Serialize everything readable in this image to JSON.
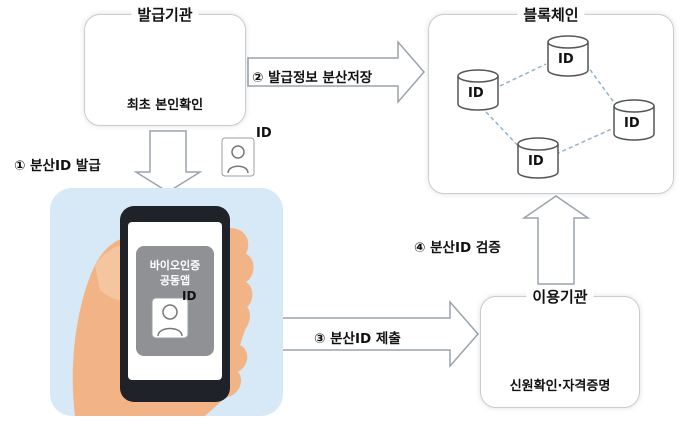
{
  "issuer": {
    "title": "발급기관",
    "caption": "최초 본인확인"
  },
  "blockchain": {
    "title": "블록체인",
    "node_label": "ID"
  },
  "user_org": {
    "title": "이용기관",
    "caption": "신원확인·자격증명"
  },
  "steps": {
    "step1": "① 분산ID 발급",
    "step2": "② 발급정보 분산저장",
    "step3": "③ 분산ID 제출",
    "step4": "④ 분산ID 검증"
  },
  "id_badge": "ID",
  "phone": {
    "app_line1": "바이오인증",
    "app_line2": "공동앱",
    "id_label": "ID"
  },
  "colors": {
    "arrow_fill": "#ffffff",
    "arrow_stroke": "#9aa3ad",
    "phone_bg": "#d7e9f7",
    "screen_panel": "#8f9195",
    "dashed_link": "#8fb3c9"
  }
}
